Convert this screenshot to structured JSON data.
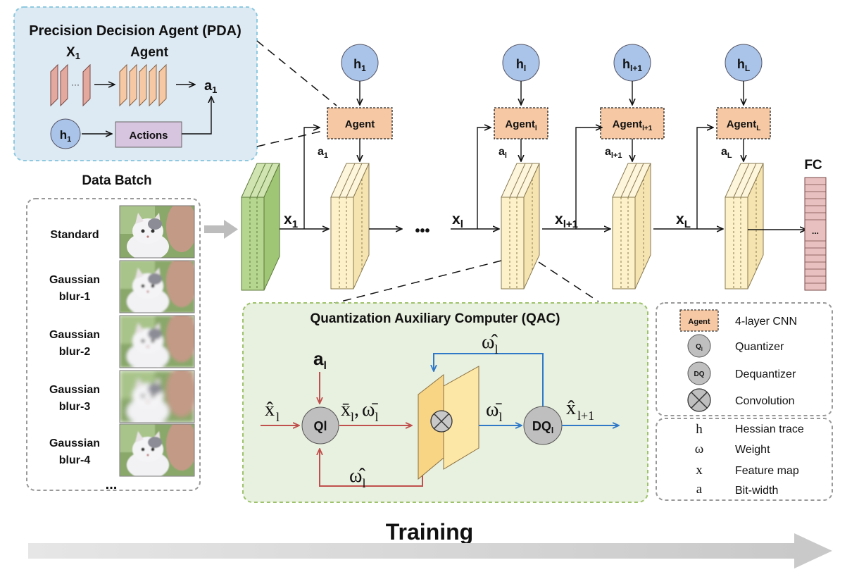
{
  "colors": {
    "pda_bg": "#deeaf3",
    "pda_border": "#8ec9e0",
    "qac_bg": "#e8f0df",
    "qac_border": "#9dc26b",
    "agent_fill": "#f6c9a4",
    "circle_fill": "#a9c4e8",
    "feature_fill": "#fdf1c9",
    "input_fill": "#b5d68f",
    "fc_fill": "#e8c0bf",
    "red_arrow": "#c0504d",
    "blue_arrow": "#2f79c8",
    "gray": "#888888"
  },
  "pda": {
    "title": "Precision Decision Agent (PDA)",
    "x_label": "X",
    "x_sub": "1",
    "agent_label": "Agent",
    "dots": "···",
    "a_label": "a",
    "a_sub": "1",
    "h_label": "h",
    "h_sub": "1",
    "actions_label": "Actions"
  },
  "batch": {
    "title": "Data Batch",
    "items": [
      {
        "label1": "Standard",
        "label2": ""
      },
      {
        "label1": "Gaussian",
        "label2": "blur-1"
      },
      {
        "label1": "Gaussian",
        "label2": "blur-2"
      },
      {
        "label1": "Gaussian",
        "label2": "blur-3"
      },
      {
        "label1": "Gaussian",
        "label2": "blur-4"
      }
    ],
    "more": "..."
  },
  "network": {
    "agents": [
      {
        "label": "Agent",
        "sub": "",
        "h": "h",
        "h_sub": "1",
        "a": "a",
        "a_sub": "1"
      },
      {
        "label": "Agent",
        "sub": "l",
        "h": "h",
        "h_sub": "l",
        "a": "a",
        "a_sub": "l"
      },
      {
        "label": "Agent",
        "sub": "l+1",
        "h": "h",
        "h_sub": "l+1",
        "a": "a",
        "a_sub": "l+1"
      },
      {
        "label": "Agent",
        "sub": "L",
        "h": "h",
        "h_sub": "L",
        "a": "a",
        "a_sub": "L"
      }
    ],
    "x_labels": [
      {
        "x": "x",
        "sub": "1"
      },
      {
        "x": "x",
        "sub": "l"
      },
      {
        "x": "x",
        "sub": "l+1"
      },
      {
        "x": "x",
        "sub": "L"
      }
    ],
    "ellipsis": "•••",
    "fc_label": "FC",
    "fc_dots": "..."
  },
  "qac": {
    "title": "Quantization Auxiliary Computer (QAC)",
    "a_label": "a",
    "a_sub": "l",
    "x_in": "x̂",
    "x_in_sub": "l",
    "ql_label": "Ql",
    "mid_label": "x̄",
    "mid_sub": "l",
    "mid_comma": ",",
    "mid_w": "ω̄",
    "mid_w_sub": "l",
    "w_bar": "ω̄",
    "w_bar_sub": "l",
    "dq_label": "DQ",
    "dq_sub": "l",
    "x_out": "x̂",
    "x_out_sub": "l+1",
    "w_hat_top": "ω̂",
    "w_hat_top_sub": "l",
    "w_hat_bottom": "ω̂",
    "w_hat_bottom_sub": "l"
  },
  "legend1": {
    "items": [
      {
        "symbol": "Agent",
        "label": "4-layer CNN"
      },
      {
        "symbol": "Q",
        "symbol_sub": "l",
        "label": "Quantizer"
      },
      {
        "symbol": "DQ",
        "label": "Dequantizer"
      },
      {
        "symbol": "⊗",
        "label": "Convolution"
      }
    ]
  },
  "legend2": {
    "items": [
      {
        "symbol": "h",
        "label": "Hessian trace"
      },
      {
        "symbol": "ω",
        "label": "Weight"
      },
      {
        "symbol": "x",
        "label": "Feature map"
      },
      {
        "symbol": "a",
        "label": "Bit-width"
      }
    ]
  },
  "training_label": "Training"
}
